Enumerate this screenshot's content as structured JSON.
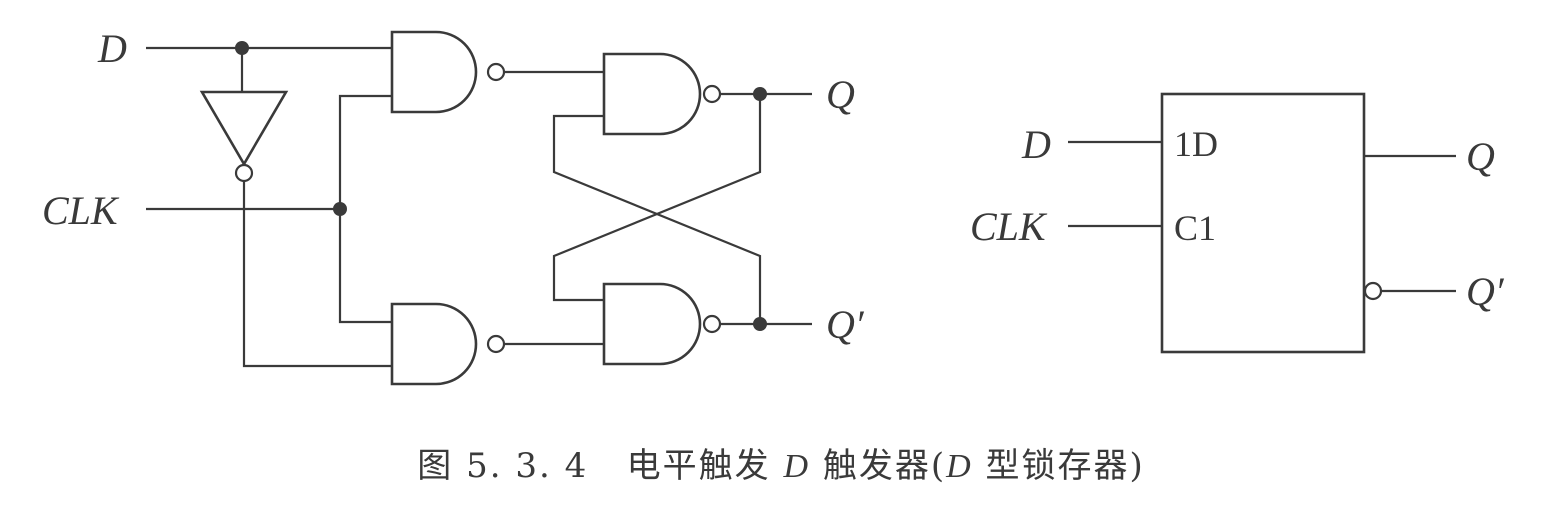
{
  "labels": {
    "d": "D",
    "clk": "CLK",
    "q": "Q",
    "q_bar": "Q′"
  },
  "symbol": {
    "d": "D",
    "clk": "CLK",
    "q": "Q",
    "q_bar": "Q′",
    "pin_d": "1D",
    "pin_c": "C1"
  },
  "caption": {
    "number": "图 5. 3. 4",
    "text_before": "电平触发",
    "d1": "D",
    "text_mid": "触发器(",
    "d2": "D",
    "text_after": "型锁存器)"
  }
}
